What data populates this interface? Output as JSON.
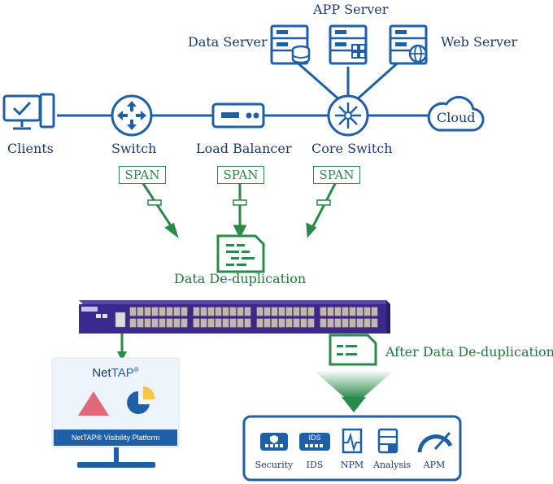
{
  "top": {
    "app_server": "APP Server",
    "data_server": "Data Server",
    "web_server": "Web Server",
    "clients": "Clients",
    "switch": "Switch",
    "load_balancer": "Load Balancer",
    "core_switch": "Core Switch",
    "cloud": "Cloud"
  },
  "span": {
    "label": "SPAN"
  },
  "dedup": {
    "title": "Data De-duplication",
    "after": "After Data De-duplication"
  },
  "platform": {
    "brand_net": "Net",
    "brand_tap": "TAP",
    "reg": "®",
    "bar_text": "NetTAP® Visibility Platform"
  },
  "tools": {
    "items": [
      "Security",
      "IDS",
      "NPM",
      "Analysis",
      "APM"
    ],
    "ids_badge": "IDS"
  },
  "colors": {
    "blue": "#1f5fa8",
    "navy": "#1a3a6e",
    "green": "#2a8a4a",
    "device_purple": "#3b2a8c",
    "triangle_red": "#e06a7a",
    "pie_yellow": "#f2c84b"
  },
  "icons": [
    "monitor-icon",
    "router-icon",
    "load-balancer-icon",
    "core-switch-icon",
    "cloud-icon",
    "server-icon",
    "document-icon",
    "funnel-arrow-icon",
    "shield-icon",
    "pulse-icon",
    "gauge-icon"
  ]
}
